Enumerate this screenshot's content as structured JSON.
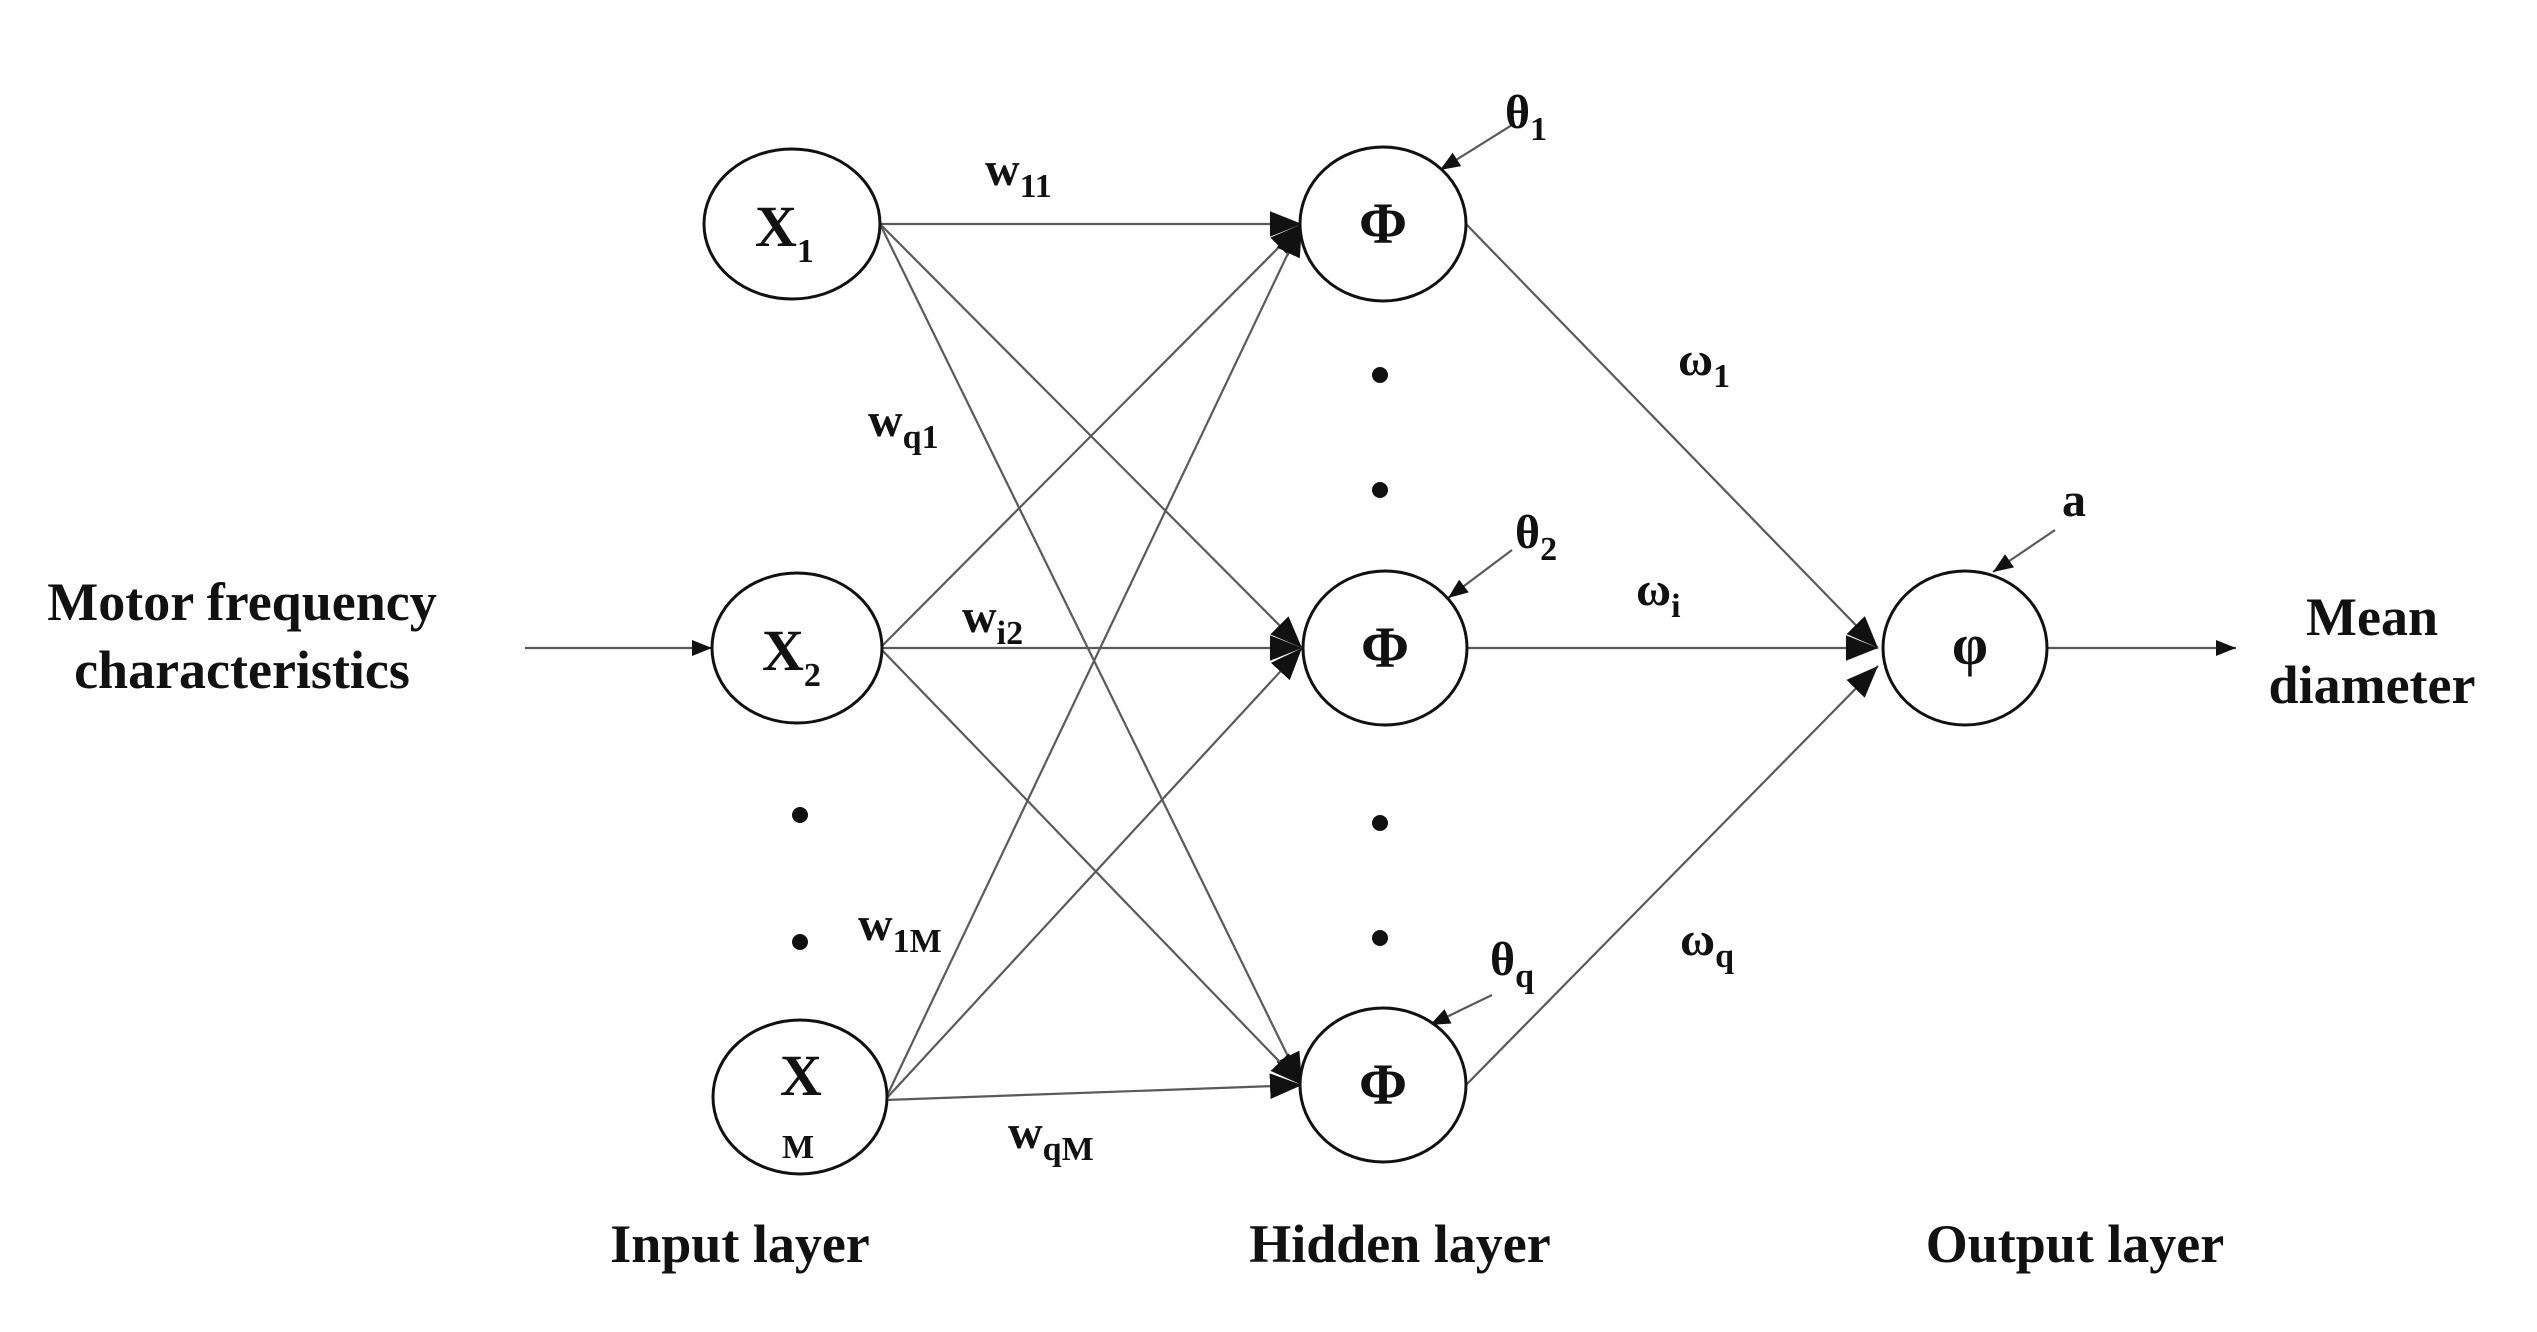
{
  "input_label": [
    "Motor frequency",
    "characteristics"
  ],
  "output_label": [
    "Mean",
    "diameter"
  ],
  "layers": {
    "input": "Input layer",
    "hidden": "Hidden layer",
    "output": "Output layer"
  },
  "input_nodes": [
    {
      "main": "X",
      "sub": "1"
    },
    {
      "main": "X",
      "sub": "2"
    },
    {
      "main": "X",
      "sub": "M"
    }
  ],
  "hidden_node_label": "Φ",
  "output_node_label": "φ",
  "weights": {
    "w11": {
      "main": "w",
      "sub": "11"
    },
    "wq1": {
      "main": "w",
      "sub": "q1"
    },
    "wi2": {
      "main": "w",
      "sub": "i2"
    },
    "w1M": {
      "main": "w",
      "sub": "1M"
    },
    "wqM": {
      "main": "w",
      "sub": "qM"
    }
  },
  "biases": {
    "theta1": {
      "main": "θ",
      "sub": "1"
    },
    "theta2": {
      "main": "θ",
      "sub": "2"
    },
    "thetaq": {
      "main": "θ",
      "sub": "q"
    },
    "a": {
      "main": "a",
      "sub": ""
    }
  },
  "output_weights": {
    "omega1": {
      "main": "ω",
      "sub": "1"
    },
    "omegai": {
      "main": "ω",
      "sub": "i"
    },
    "omegaq": {
      "main": "ω",
      "sub": "q"
    }
  }
}
